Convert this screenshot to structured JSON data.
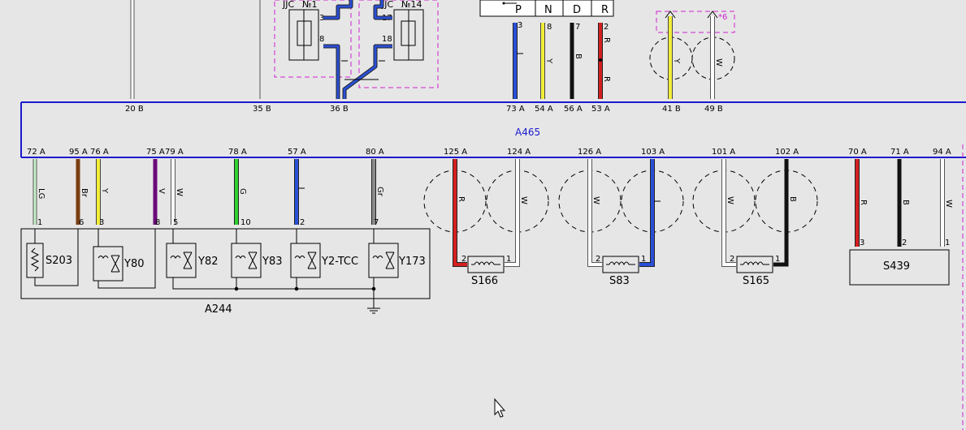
{
  "colors": {
    "background": "#e6e6e6",
    "bus": "#1a1ad0",
    "wire_blue": "#2a4fd6",
    "wire_yellow": "#f2ee3a",
    "wire_black": "#111111",
    "wire_red": "#d42020",
    "wire_white": "#ffffff",
    "wire_brown": "#7a3f12",
    "wire_violet": "#6a0a7a",
    "wire_green": "#2ed12e",
    "wire_grey": "#8a8a8a",
    "wire_lightgreen": "#c9f0c9",
    "dashed_magenta": "#d020d0"
  },
  "bus_name": "A465",
  "top_connectors": {
    "jjc1": {
      "label": "JJC",
      "num": "№1",
      "pins": [
        "3",
        "8"
      ]
    },
    "jjc14": {
      "label": "JJC",
      "num": "№14",
      "pins": [
        "17",
        "18"
      ]
    }
  },
  "gear_selector": {
    "labels": [
      "P",
      "N",
      "D",
      "R"
    ],
    "pins": [
      "3",
      "8",
      "7",
      "2"
    ]
  },
  "top_wire_colors": {
    "blue": "",
    "yellow": "Y",
    "black": "B",
    "red_top": "R",
    "red_bottom": "R",
    "yellow2": "Y",
    "white2": "W"
  },
  "star_note": "*6",
  "top_bus_pins": [
    "20 B",
    "35 B",
    "36 B",
    "73 A",
    "54 A",
    "56 A",
    "53 A",
    "41 B",
    "49 B"
  ],
  "bottom_bus_pins": [
    "72 A",
    "95 A",
    "76 A",
    "75 A",
    "79 A",
    "78 A",
    "57 A",
    "80 A",
    "125 A",
    "124 A",
    "126 A",
    "103 A",
    "101 A",
    "102 A",
    "70 A",
    "71 A",
    "94 A"
  ],
  "a244_wires": [
    {
      "color_code": "LG",
      "pin": "1"
    },
    {
      "color_code": "Br",
      "pin": "6"
    },
    {
      "color_code": "Y",
      "pin": "3"
    },
    {
      "color_code": "V",
      "pin": "8"
    },
    {
      "color_code": "W",
      "pin": "5"
    },
    {
      "color_code": "G",
      "pin": "10"
    },
    {
      "color_code": "",
      "pin": "2"
    },
    {
      "color_code": "Gr",
      "pin": "7"
    }
  ],
  "a244": {
    "name": "A244",
    "components": [
      "S203",
      "Y80",
      "Y82",
      "Y83",
      "Y2-TCC",
      "Y173"
    ]
  },
  "sensors": [
    {
      "name": "S166",
      "pins": [
        "2",
        "1"
      ],
      "wire_left_code": "R",
      "wire_right_code": "W"
    },
    {
      "name": "S83",
      "pins": [
        "2",
        "1"
      ],
      "wire_left_code": "W",
      "wire_right_code": ""
    },
    {
      "name": "S165",
      "pins": [
        "2",
        "1"
      ],
      "wire_left_code": "W",
      "wire_right_code": "B"
    }
  ],
  "s439": {
    "name": "S439",
    "pins": [
      "3",
      "2",
      "1"
    ],
    "wire_codes": [
      "R",
      "B",
      "W"
    ]
  }
}
